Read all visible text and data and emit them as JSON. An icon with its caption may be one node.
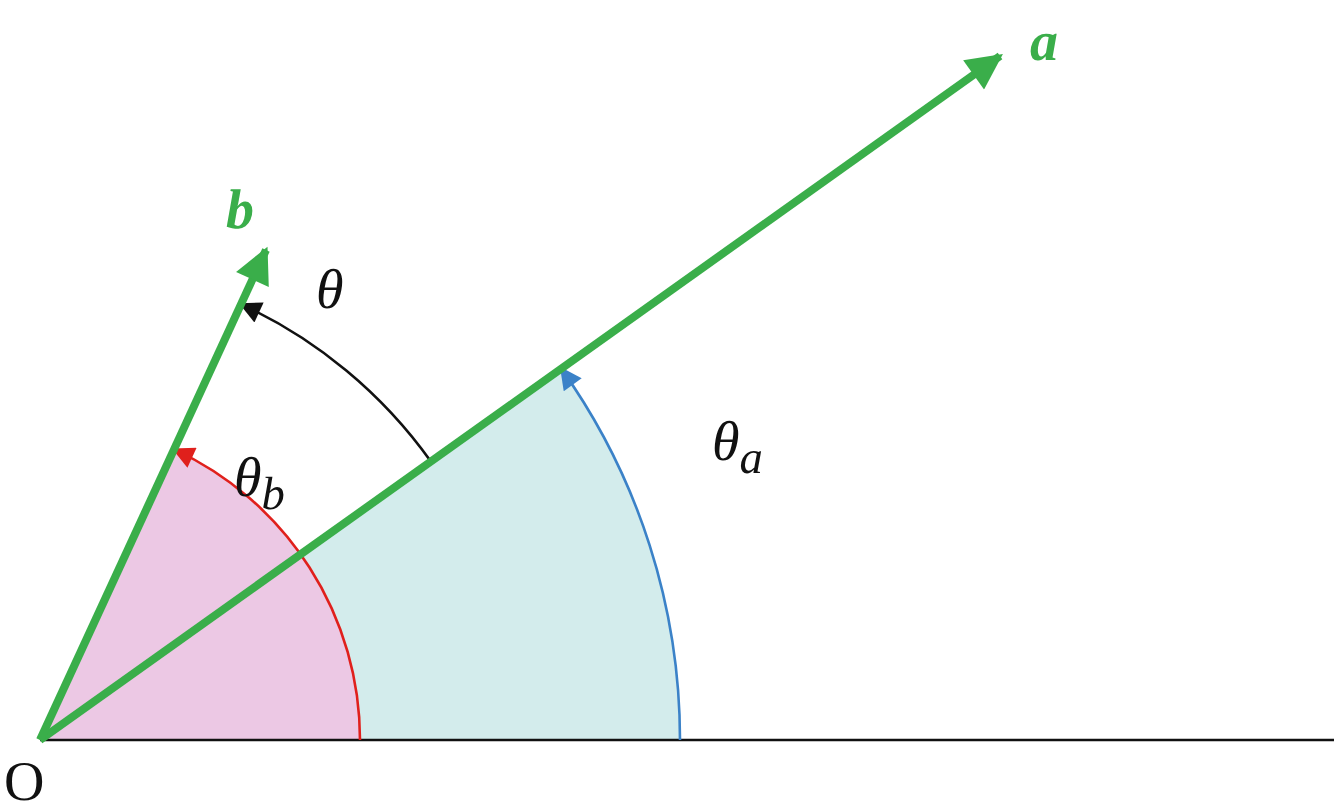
{
  "diagram": {
    "labels": [
      "a",
      "b",
      "θ",
      "θ$_{b}$",
      "θ$_{a}$",
      "O"
    ]
  }
}
